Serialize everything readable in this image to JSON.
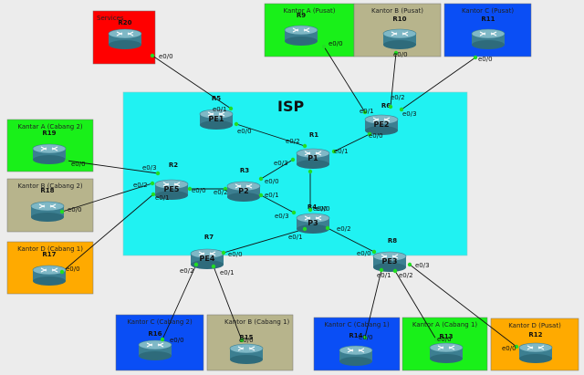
{
  "colors": {
    "background": "#ececec",
    "isp": "#20f2f2",
    "red": "#ff0000",
    "green": "#19f019",
    "khaki": "#b7b48c",
    "blue": "#0a4ef5",
    "orange": "#ffaa00",
    "link": "#111111",
    "port": "#22dd22"
  },
  "isp": {
    "title": "ISP"
  },
  "zones": {
    "services": {
      "title": "Services",
      "color": "red"
    },
    "kantor_a_pusat": {
      "title": "Kantor A (Pusat)",
      "color": "green"
    },
    "kantor_b_pusat": {
      "title": "Kantor B (Pusat)",
      "color": "khaki"
    },
    "kantor_c_pusat": {
      "title": "Kantor C (Pusat)",
      "color": "blue"
    },
    "kantor_a_cabang2": {
      "title": "Kantar A (Cabang 2)",
      "color": "green"
    },
    "kantor_b_cabang2": {
      "title": "Kantor B (Cabang 2)",
      "color": "khaki"
    },
    "kantor_d_cabang1": {
      "title": "Kantor D (Cabang 1)",
      "color": "orange"
    },
    "kantor_c_cabang2": {
      "title": "Kantor C (Cabang 2)",
      "color": "blue"
    },
    "kantor_b_cabang1": {
      "title": "Kantor B (Cabang 1)",
      "color": "khaki"
    },
    "kantor_c_cabang1": {
      "title": "Kantor C (Cabang 1)",
      "color": "blue"
    },
    "kantor_a_cabang1": {
      "title": "Kantor A (Cabang 1)",
      "color": "green"
    },
    "kantor_d_pusat": {
      "title": "Kantor D (Pusat)",
      "color": "orange"
    }
  },
  "routers": {
    "R20": {
      "name": "R20"
    },
    "R9": {
      "name": "R9"
    },
    "R10": {
      "name": "R10"
    },
    "R11": {
      "name": "R11"
    },
    "R19": {
      "name": "R19"
    },
    "R18": {
      "name": "R18"
    },
    "R17": {
      "name": "R17"
    },
    "R16": {
      "name": "R16"
    },
    "R15": {
      "name": "R15"
    },
    "R14": {
      "name": "R14"
    },
    "R13": {
      "name": "R13"
    },
    "R12": {
      "name": "R12"
    },
    "R5": {
      "name": "R5",
      "label": "PE1"
    },
    "R6": {
      "name": "R6",
      "label": "PE2"
    },
    "R1": {
      "name": "R1",
      "label": "P1"
    },
    "R2": {
      "name": "R2",
      "label": "PE5"
    },
    "R3": {
      "name": "R3",
      "label": "P2"
    },
    "R4": {
      "name": "R4",
      "label": "P3"
    },
    "R7": {
      "name": "R7",
      "label": "PE4"
    },
    "R8": {
      "name": "R8",
      "label": "PE3"
    }
  },
  "links": [
    {
      "a": "R20",
      "b": "R5",
      "a_if": "e0/0",
      "b_if": "e0/1"
    },
    {
      "a": "R9",
      "b": "R6",
      "a_if": "e0/0",
      "b_if": "e0/1"
    },
    {
      "a": "R10",
      "b": "R6",
      "a_if": "e0/0",
      "b_if": "e0/2"
    },
    {
      "a": "R11",
      "b": "R6",
      "a_if": "e0/0",
      "b_if": "e0/3"
    },
    {
      "a": "R5",
      "b": "R1",
      "a_if": "e0/0",
      "b_if": "e0/2"
    },
    {
      "a": "R6",
      "b": "R1",
      "a_if": "e0/0",
      "b_if": "e0/1"
    },
    {
      "a": "R1",
      "b": "R3",
      "a_if": "e0/3",
      "b_if": "e0/0"
    },
    {
      "a": "R1",
      "b": "R4",
      "a_if": "e0/0",
      "b_if": "e0/0"
    },
    {
      "a": "R19",
      "b": "R2",
      "a_if": "e0/0",
      "b_if": "e0/3"
    },
    {
      "a": "R18",
      "b": "R2",
      "a_if": "e0/0",
      "b_if": "e0/2"
    },
    {
      "a": "R17",
      "b": "R2",
      "a_if": "e0/0",
      "b_if": "e0/1"
    },
    {
      "a": "R2",
      "b": "R3",
      "a_if": "e0/0",
      "b_if": "e0/2"
    },
    {
      "a": "R3",
      "b": "R4",
      "a_if": "e0/1",
      "b_if": "e0/3"
    },
    {
      "a": "R4",
      "b": "R7",
      "a_if": "e0/1",
      "b_if": "e0/0"
    },
    {
      "a": "R4",
      "b": "R8",
      "a_if": "e0/2",
      "b_if": "e0/0"
    },
    {
      "a": "R7",
      "b": "R16",
      "a_if": "e0/2",
      "b_if": "e0/0"
    },
    {
      "a": "R7",
      "b": "R15",
      "a_if": "e0/1",
      "b_if": "e0/0"
    },
    {
      "a": "R8",
      "b": "R14",
      "a_if": "e0/1",
      "b_if": "e0/0"
    },
    {
      "a": "R8",
      "b": "R13",
      "a_if": "e0/2",
      "b_if": "e0/0"
    },
    {
      "a": "R8",
      "b": "R12",
      "a_if": "e0/3",
      "b_if": "e0/0"
    }
  ]
}
